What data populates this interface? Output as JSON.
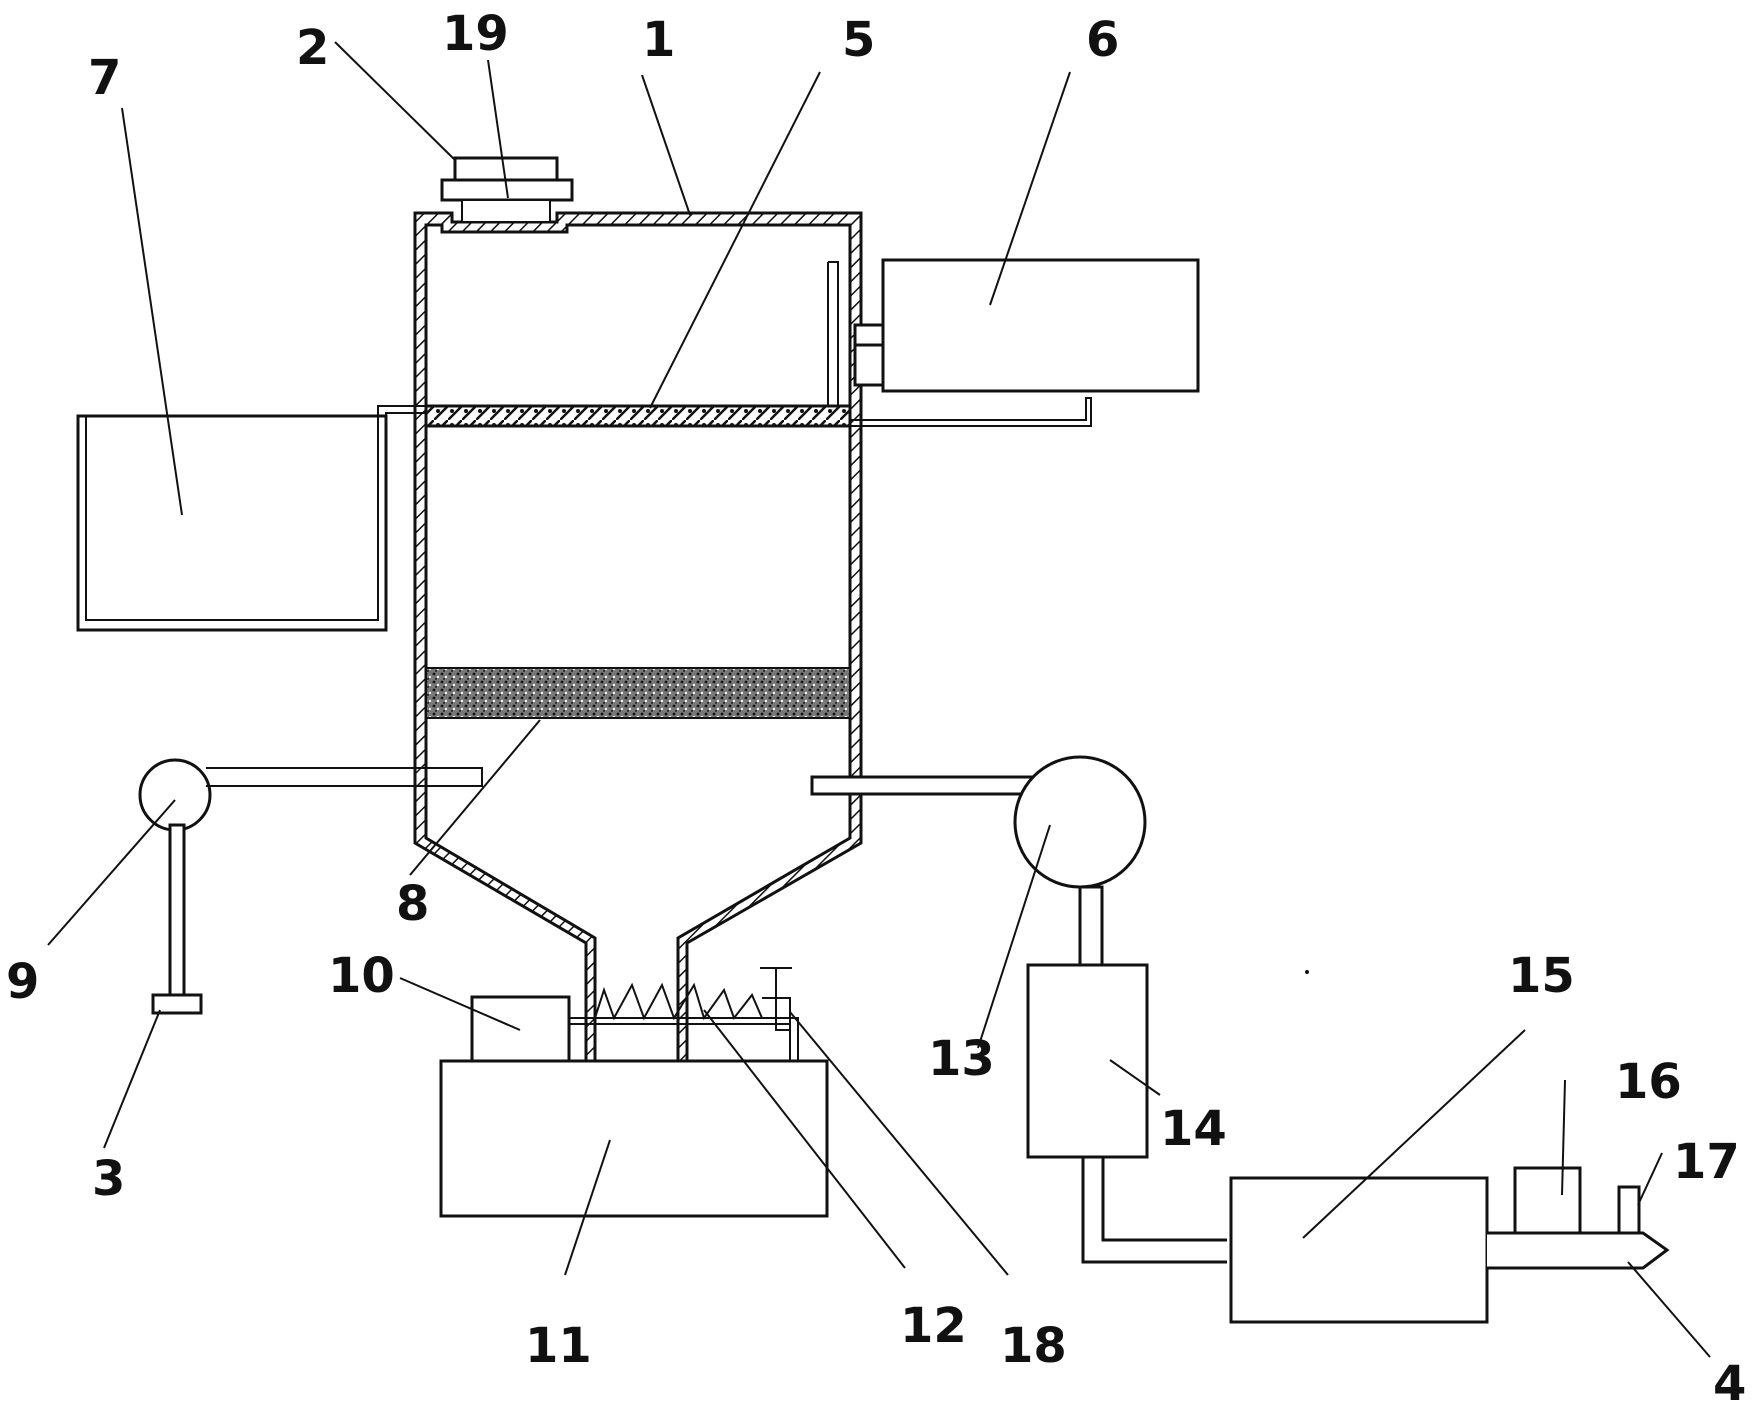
{
  "diagram": {
    "labels": {
      "l1": "1",
      "l2": "2",
      "l3": "3",
      "l4": "4",
      "l5": "5",
      "l6": "6",
      "l7": "7",
      "l8": "8",
      "l9": "9",
      "l10": "10",
      "l11": "11",
      "l12": "12",
      "l13": "13",
      "l14": "14",
      "l15": "15",
      "l16": "16",
      "l17": "17",
      "l18": "18",
      "l19": "19"
    },
    "colors": {
      "line": "#111111",
      "background": "#ffffff",
      "filter": "#555555"
    }
  }
}
